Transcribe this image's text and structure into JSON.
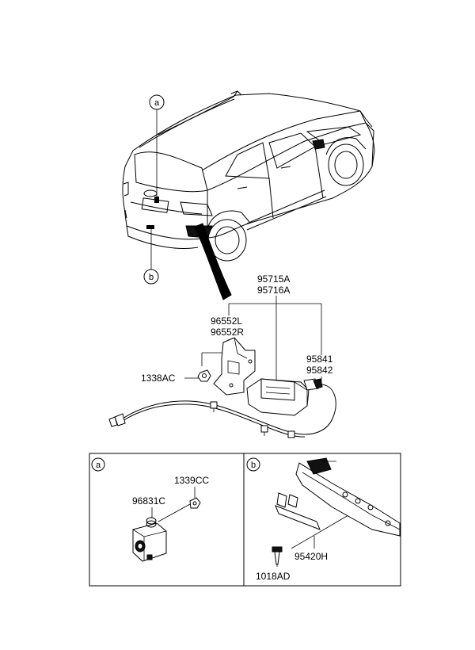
{
  "callouts": {
    "a": "a",
    "b": "b"
  },
  "parts": {
    "p95715A": "95715A",
    "p95716A": "95716A",
    "p96552L": "96552L",
    "p96552R": "96552R",
    "p95841": "95841",
    "p95842": "95842",
    "p1338AC": "1338AC"
  },
  "detail_a": {
    "tag": "a",
    "p1339CC": "1339CC",
    "p96831C": "96831C"
  },
  "detail_b": {
    "tag": "b",
    "p95420H": "95420H",
    "p1018AD": "1018AD"
  }
}
